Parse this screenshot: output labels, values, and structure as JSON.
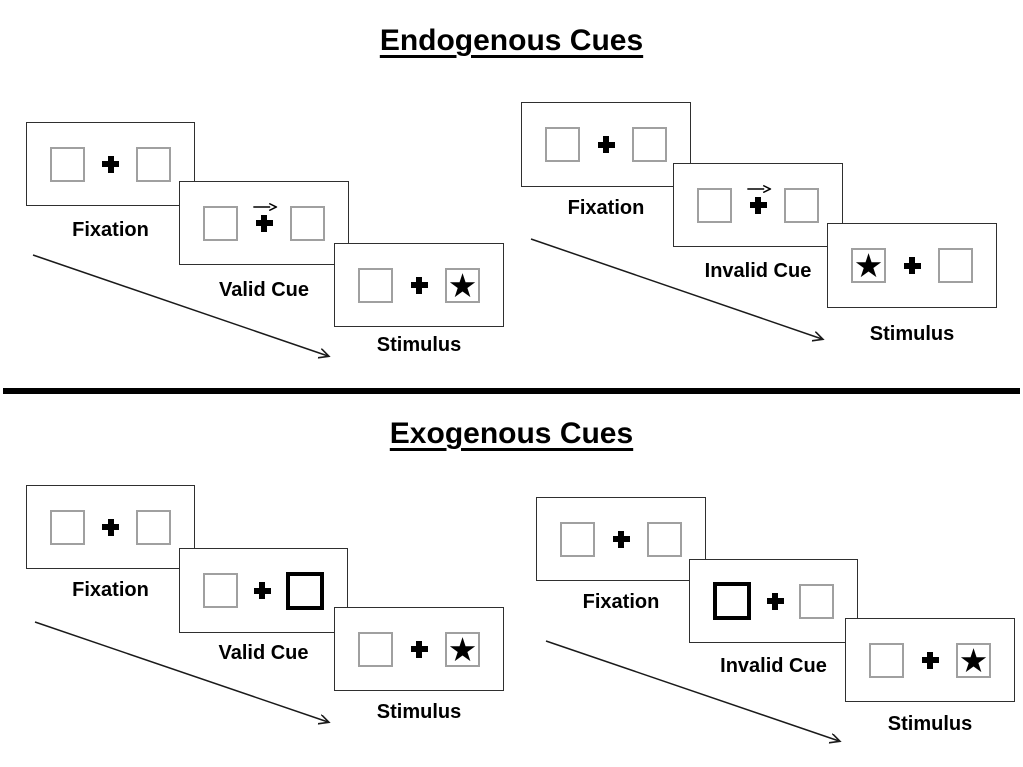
{
  "figure": {
    "description": "Posner spatial cueing paradigm diagram comparing endogenous and exogenous cues"
  },
  "glyphs": {
    "star": "★",
    "cross": "+",
    "cue_direction_arrow": "→"
  },
  "colors": {
    "background": "#ffffff",
    "panel_border": "#2f2f2f",
    "box_border": "#a0a0a0",
    "cue_box_border": "#000000",
    "divider": "#000000",
    "text": "#000000"
  },
  "sections": [
    {
      "title": "Endogenous Cues",
      "sequences": [
        {
          "name": "valid-trial",
          "panels": [
            {
              "label": "Fixation",
              "left_box": "empty",
              "center": "cross",
              "right_box": "empty"
            },
            {
              "label": "Valid Cue",
              "left_box": "empty",
              "center": "cross-with-right-arrow",
              "right_box": "empty"
            },
            {
              "label": "Stimulus",
              "left_box": "empty",
              "center": "cross",
              "right_box": "star"
            }
          ]
        },
        {
          "name": "invalid-trial",
          "panels": [
            {
              "label": "Fixation",
              "left_box": "empty",
              "center": "cross",
              "right_box": "empty"
            },
            {
              "label": "Invalid Cue",
              "left_box": "empty",
              "center": "cross-with-right-arrow",
              "right_box": "empty"
            },
            {
              "label": "Stimulus",
              "left_box": "star",
              "center": "cross",
              "right_box": "empty"
            }
          ]
        }
      ]
    },
    {
      "title": "Exogenous Cues",
      "sequences": [
        {
          "name": "valid-trial",
          "panels": [
            {
              "label": "Fixation",
              "left_box": "empty",
              "center": "cross",
              "right_box": "empty"
            },
            {
              "label": "Valid Cue",
              "left_box": "empty",
              "center": "cross",
              "right_box": "cue"
            },
            {
              "label": "Stimulus",
              "left_box": "empty",
              "center": "cross",
              "right_box": "star"
            }
          ]
        },
        {
          "name": "invalid-trial",
          "panels": [
            {
              "label": "Fixation",
              "left_box": "empty",
              "center": "cross",
              "right_box": "empty"
            },
            {
              "label": "Invalid Cue",
              "left_box": "cue",
              "center": "cross",
              "right_box": "empty"
            },
            {
              "label": "Stimulus",
              "left_box": "empty",
              "center": "cross",
              "right_box": "star"
            }
          ]
        }
      ]
    }
  ]
}
